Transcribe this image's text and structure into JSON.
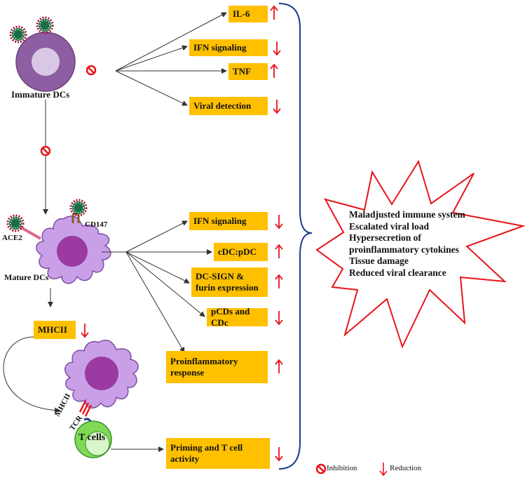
{
  "labels": {
    "immature": "Immature DCs",
    "mature": "Mature DCs",
    "ace2": "ACE2",
    "cd147": "CD147",
    "mhcii_receptor": "MHCII",
    "tcr": "TCR",
    "tcells": "T cells"
  },
  "effects_top": [
    {
      "text": "IL-6",
      "trend": "up"
    },
    {
      "text": "IFN signaling",
      "trend": "down"
    },
    {
      "text": "TNF",
      "trend": "up"
    },
    {
      "text": "Viral detection",
      "trend": "down"
    }
  ],
  "effects_mature": [
    {
      "text": "IFN signaling",
      "trend": "down"
    },
    {
      "text": "cDC:pDC",
      "trend": "up"
    },
    {
      "text": "DC-SIGN & furin expression",
      "trend": "up"
    },
    {
      "text": "pCDs and CDc",
      "trend": "down"
    },
    {
      "text": "Proinflammatory response",
      "trend": "up"
    }
  ],
  "mhcii_box": {
    "text": "MHCII",
    "trend": "down"
  },
  "priming_box": {
    "text": "Priming and T cell activity",
    "trend": "down"
  },
  "outcomes": [
    "Maladjusted immune system",
    "Escalated viral load",
    "Hypersecretion of",
    "proinflammatory cytokines",
    "Tissue damage",
    "Reduced viral clearance"
  ],
  "legend": {
    "inhibition": "Inhibition",
    "reduction": "Reduction"
  },
  "colors": {
    "box": "#FFC000",
    "arrow_red": "#E8141B",
    "dc_purple": "#8E5EA2",
    "mature_cell": "#C9A0E8",
    "nucleus": "#9B3AA0",
    "star_outline": "#E8141B",
    "bracket": "#1F3A8A",
    "tcell": "#7ED957"
  }
}
